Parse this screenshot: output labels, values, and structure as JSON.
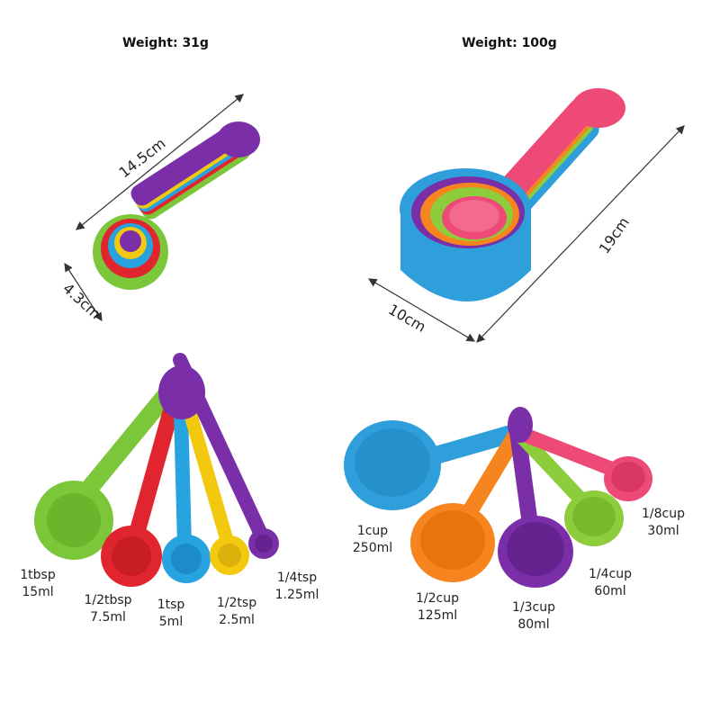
{
  "spoon_set": {
    "weight": "Weight: 31g",
    "length": "14.5cm",
    "width": "4.3cm",
    "items": [
      {
        "name": "1tbsp",
        "volume": "15ml",
        "color": "#7cc63a"
      },
      {
        "name": "1/2tbsp",
        "volume": "7.5ml",
        "color": "#e0252e"
      },
      {
        "name": "1tsp",
        "volume": "5ml",
        "color": "#27a3df"
      },
      {
        "name": "1/2tsp",
        "volume": "2.5ml",
        "color": "#f3c90f"
      },
      {
        "name": "1/4tsp",
        "volume": "1.25ml",
        "color": "#7a2ea8"
      }
    ]
  },
  "cup_set": {
    "weight": "Weight: 100g",
    "length": "19cm",
    "width": "10cm",
    "items": [
      {
        "name": "1cup",
        "volume": "250ml",
        "color": "#2f9fdc"
      },
      {
        "name": "1/2cup",
        "volume": "125ml",
        "color": "#f7851f"
      },
      {
        "name": "1/3cup",
        "volume": "80ml",
        "color": "#7a2ea8"
      },
      {
        "name": "1/4cup",
        "volume": "60ml",
        "color": "#8dcc3a"
      },
      {
        "name": "1/8cup",
        "volume": "30ml",
        "color": "#ee4a77"
      }
    ]
  }
}
